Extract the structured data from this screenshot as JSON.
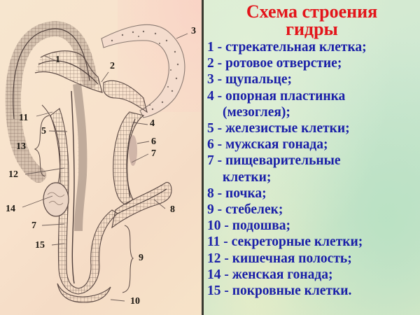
{
  "title": {
    "line1": "Схема строения",
    "line2": "гидры",
    "color": "#e3141a"
  },
  "legend": {
    "color": "#1a1fa8",
    "items": [
      {
        "num": "1",
        "text": "1 - стрекательная клетка;"
      },
      {
        "num": "2",
        "text": "2 - ротовое отверстие;"
      },
      {
        "num": "3",
        "text": "3 - щупальце;"
      },
      {
        "num": "4",
        "text": "4 - опорная пластинка",
        "cont": "(мезоглея);"
      },
      {
        "num": "5",
        "text": "5 - железистые клетки;"
      },
      {
        "num": "6",
        "text": "6 - мужская гонада;"
      },
      {
        "num": "7",
        "text": "7 - пищеварительные",
        "cont": "клетки;"
      },
      {
        "num": "8",
        "text": "8 - почка;"
      },
      {
        "num": "9",
        "text": "9 - стебелек;"
      },
      {
        "num": "10",
        "text": "10 - подошва;"
      },
      {
        "num": "11",
        "text": "11 - секреторные клетки;"
      },
      {
        "num": "12",
        "text": "12 - кишечная полость;"
      },
      {
        "num": "14",
        "text": "14 - женская гонада;"
      },
      {
        "num": "15",
        "text": "15 - покровные клетки."
      }
    ]
  },
  "diagram": {
    "labels": {
      "l1": "1",
      "l2": "2",
      "l3": "3",
      "l4": "4",
      "l5": "5",
      "l6": "6",
      "l7a": "7",
      "l7b": "7",
      "l8": "8",
      "l9": "9",
      "l10": "10",
      "l11": "11",
      "l12": "12",
      "l13": "13",
      "l14": "14",
      "l15": "15"
    }
  }
}
